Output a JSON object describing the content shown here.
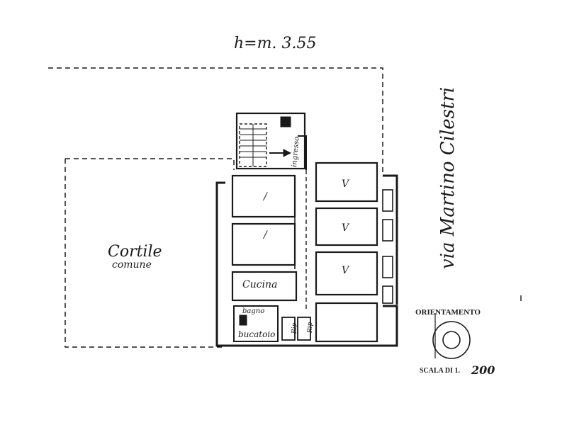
{
  "header": {
    "height_note": "h=m. 3.55"
  },
  "labels": {
    "cortile_line1": "Cortile",
    "cortile_line2": "comune",
    "street": "via Martino Cilestri",
    "ingresso": "ingresso",
    "cucina": "Cucina",
    "bagno": "bagno",
    "bucatoio": "bucatoio",
    "rip1": "Rip",
    "rip2": "Rip",
    "room_marks": [
      "/",
      "/",
      "V",
      "V",
      "V"
    ]
  },
  "legend": {
    "orientation_title": "ORIENTAMENTO",
    "scale_prefix": "SCALA DI 1.",
    "scale_value": "200"
  },
  "colors": {
    "ink": "#1a1a1a",
    "paper": "#ffffff"
  }
}
